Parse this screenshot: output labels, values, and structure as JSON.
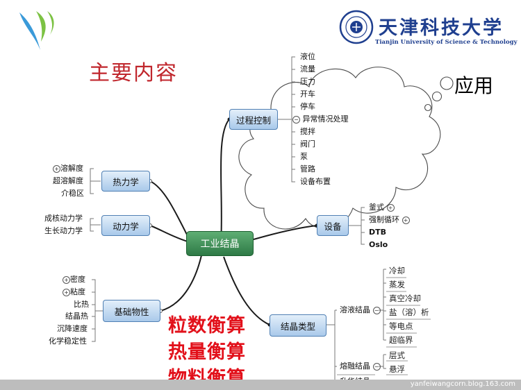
{
  "title": "主要内容",
  "university": {
    "name_cn": "天津科技大学",
    "name_en": "Tianjin University of Science & Technology"
  },
  "callout": "应用",
  "center_node": "工业结晶",
  "nodes": {
    "thermo": "热力学",
    "kinetics": "动力学",
    "basic": "基础物性",
    "process": "过程控制",
    "equipment": "设备",
    "cryst_type": "结晶类型"
  },
  "thermo_items": [
    "溶解度",
    "超溶解度",
    "介稳区"
  ],
  "kinetics_items": [
    "成核动力学",
    "生长动力学"
  ],
  "basic_items": [
    "密度",
    "粘度",
    "比热",
    "结晶热",
    "沉降速度",
    "化学稳定性"
  ],
  "process_items": [
    "液位",
    "流量",
    "压力",
    "开车",
    "停车",
    "异常情况处理",
    "搅拌",
    "阀门",
    "泵",
    "管路",
    "设备布置"
  ],
  "equipment_items": [
    "釜式",
    "强制循环",
    "DTB",
    "Oslo"
  ],
  "cryst_type_items": {
    "solution": "溶液结晶",
    "melt": "熔融结晶",
    "sublimation": "升华结晶",
    "solution_sub": [
      "冷却",
      "蒸发",
      "真空冷却",
      "盐（溶）析",
      "等电点",
      "超临界"
    ],
    "melt_sub": [
      "层式",
      "悬浮"
    ]
  },
  "balances": [
    "粒数衡算",
    "热量衡算",
    "物料衡算"
  ],
  "footer": "yanfeiwangcorn.blog.163.com",
  "colors": {
    "title": "#c0262c",
    "balance": "#e2101a",
    "university": "#1f3f8f",
    "center": "#2e7a46",
    "node": "#a9c9ea"
  }
}
